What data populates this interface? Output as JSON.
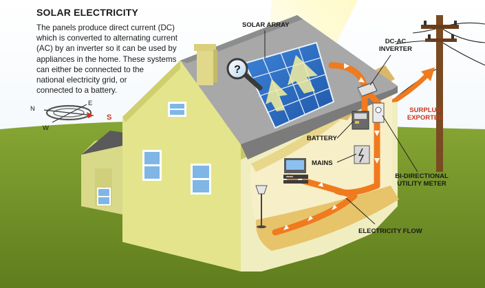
{
  "title": "SOLAR ELECTRICITY",
  "description_lines": [
    "The panels produce direct current (DC)",
    "which is converted to alternating current",
    "(AC) by an inverter so it can be used by",
    "appliances in the home. These systems",
    "can either be connected to the",
    "national electricity grid, or",
    "connected to a battery."
  ],
  "labels": {
    "solar_array": "SOLAR ARRAY",
    "dc_ac_inverter_1": "DC-AC",
    "dc_ac_inverter_2": "INVERTER",
    "surplus_1": "SURPLUS",
    "surplus_2": "EXPORTED",
    "battery": "BATTERY",
    "mains": "MAINS",
    "meter_1": "BI-DIRECTIONAL",
    "meter_2": "UTILITY METER",
    "electricity_flow": "ELECTRICITY FLOW"
  },
  "compass": {
    "n": "N",
    "e": "E",
    "w": "W",
    "s": "S"
  },
  "magnifier_symbol": "?",
  "colors": {
    "flow": "#f07a1e",
    "accent_red": "#d0341c",
    "panel_blue": "#2f6fc6",
    "house_wall": "#e4e48c",
    "roof": "#a8a8a8",
    "grass": "#7a9a2a"
  }
}
